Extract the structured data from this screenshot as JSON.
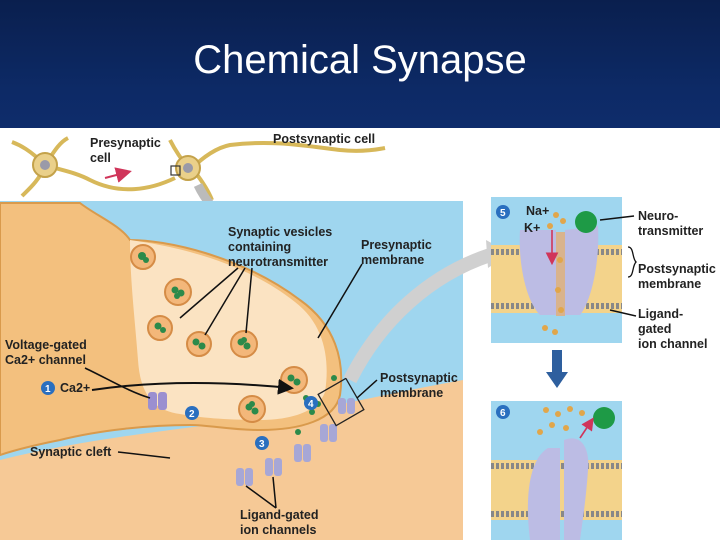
{
  "title": "Chemical Synapse",
  "labels": {
    "presynaptic_cell": [
      "Presynaptic",
      "cell"
    ],
    "postsynaptic_cell": "Postsynaptic cell",
    "synaptic_vesicles": [
      "Synaptic vesicles",
      "containing",
      "neurotransmitter"
    ],
    "presynaptic_membrane": [
      "Presynaptic",
      "membrane"
    ],
    "voltage_gated": [
      "Voltage-gated",
      "Ca2+ channel"
    ],
    "ca_ion": "Ca2+",
    "postsynaptic_membrane": [
      "Postsynaptic",
      "membrane"
    ],
    "synaptic_cleft": "Synaptic cleft",
    "ligand_gated_channels": [
      "Ligand-gated",
      "ion channels"
    ],
    "na_ion": "Na+",
    "k_ion": "K+",
    "neurotransmitter": [
      "Neuro-",
      "transmitter"
    ],
    "postsynaptic_membrane_right": [
      "Postsynaptic",
      "membrane"
    ],
    "ligand_gated_channel": [
      "Ligand-",
      "gated",
      "ion channel"
    ]
  },
  "steps": [
    "1",
    "2",
    "3",
    "4",
    "5",
    "6"
  ]
}
